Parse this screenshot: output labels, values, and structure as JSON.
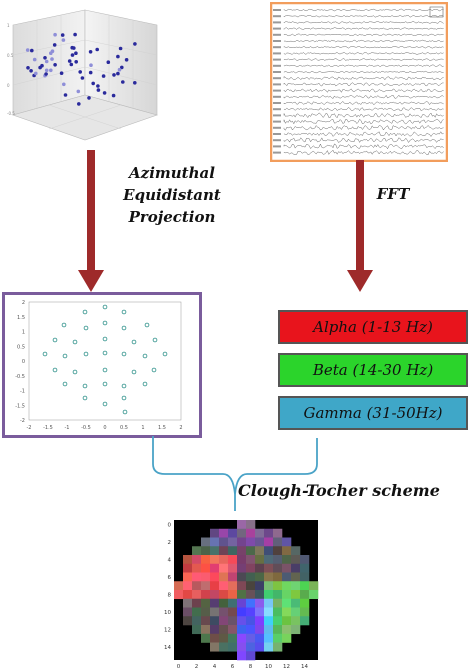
{
  "labels": {
    "projection": [
      "Azimuthal",
      "Equidistant",
      "Projection"
    ],
    "fft": "FFT",
    "clough": "Clough-Tocher scheme"
  },
  "bands": [
    {
      "name": "Alpha (1-13 Hz)",
      "color": "#e8141c"
    },
    {
      "name": "Beta (14-30 Hz)",
      "color": "#2bd42b"
    },
    {
      "name": "Gamma (31-50Hz)",
      "color": "#3fa7c8"
    }
  ],
  "colors": {
    "arrow": "#9e2a2a",
    "scatter_frame": "#7a5c9c",
    "eeg_frame": "#f29d5c",
    "bracket": "#4aa3c7"
  },
  "scatter2d_axes": {
    "x_ticks": [
      "-2",
      "-1.5",
      "-1",
      "-0.5",
      "0",
      "0.5",
      "1",
      "1.5",
      "2"
    ],
    "y_ticks": [
      "2",
      "1.5",
      "1",
      "0.5",
      "0",
      "-0.5",
      "-1",
      "-1.5",
      "-2"
    ]
  },
  "image_axes": {
    "x_ticks": [
      "0",
      "2",
      "4",
      "6",
      "8",
      "10",
      "12",
      "14"
    ],
    "y_ticks": [
      "0",
      "2",
      "4",
      "6",
      "8",
      "10",
      "12",
      "14"
    ]
  }
}
